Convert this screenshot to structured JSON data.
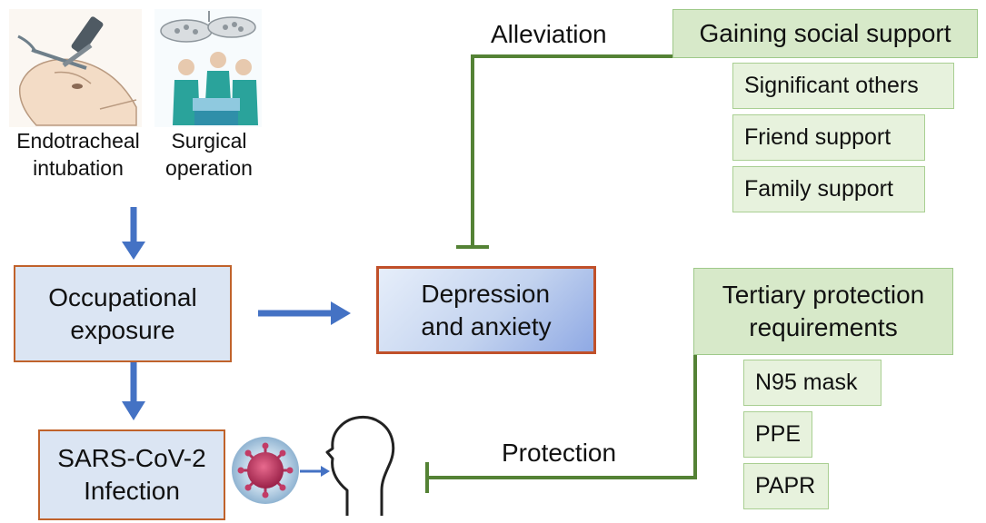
{
  "top_labels": {
    "endotracheal": [
      "Endotracheal",
      "intubation"
    ],
    "surgical": [
      "Surgical",
      "operation"
    ]
  },
  "nodes": {
    "occupational": [
      "Occupational",
      "exposure"
    ],
    "depression": [
      "Depression",
      "and anxiety"
    ],
    "infection": [
      "SARS-CoV-2",
      "Infection"
    ]
  },
  "edge_labels": {
    "alleviation": "Alleviation",
    "protection": "Protection"
  },
  "social_support": {
    "title": "Gaining social support",
    "items": [
      "Significant others",
      "Friend support",
      "Family support"
    ]
  },
  "tertiary": {
    "title": [
      "Tertiary protection",
      "requirements"
    ],
    "items": [
      "N95 mask",
      "PPE",
      "PAPR"
    ]
  },
  "colors": {
    "arrow_blue": "#4472c4",
    "inhibit_green": "#548235",
    "box_border_orange": "#c0622b",
    "green_box": "#d7e9c9",
    "light_green_box": "#e7f2dd"
  },
  "icons": [
    "intubation-illustration",
    "surgery-illustration",
    "virus-icon",
    "human-head-icon"
  ]
}
